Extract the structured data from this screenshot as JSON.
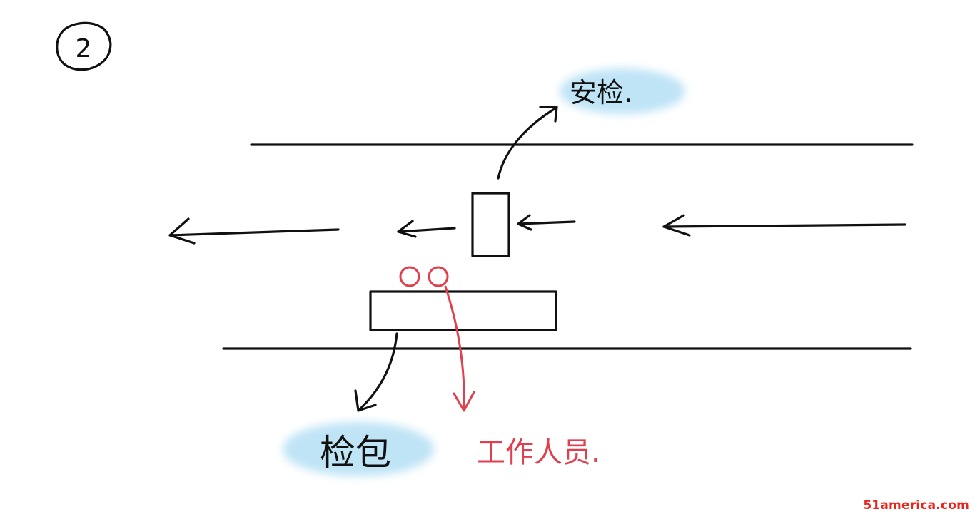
{
  "step_number": "2",
  "labels": {
    "security_check": "安检.",
    "bag_check": "检包",
    "staff": "工作人员."
  },
  "watermark": "51america.com",
  "colors": {
    "ink": "#111111",
    "staff_red": "#e0404d",
    "highlight_blue": "#bfe4f6",
    "watermark_red": "#e8251c"
  }
}
